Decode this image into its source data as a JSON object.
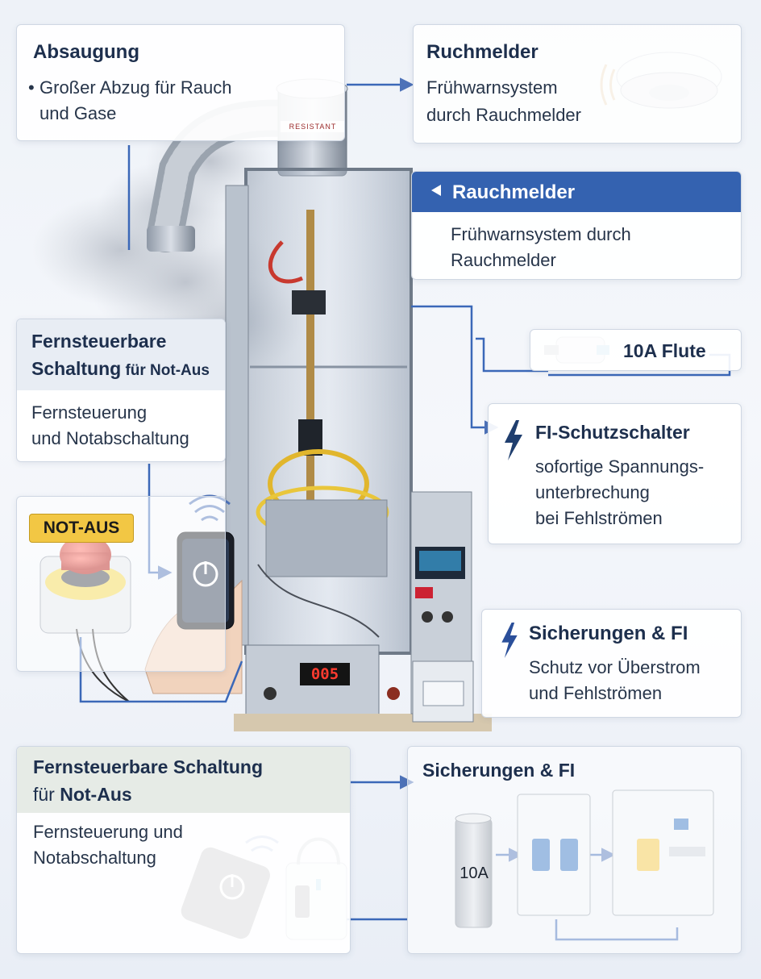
{
  "absaugung": {
    "title": "Absaugung",
    "bullet": "•",
    "line1": "Großer Abzug für Rauch",
    "line2": "und Gase"
  },
  "ruchmelder_top": {
    "title": "Ruchmelder",
    "line1": "Frühwarnsystem",
    "line2": "durch Rauchmelder"
  },
  "rauchmelder_mid": {
    "title": "Rauchmelder",
    "line1": "Frühwarnsystem durch",
    "line2": "Rauchmelder"
  },
  "fernsteuer_left": {
    "title_line1": "Fernsteuerbare",
    "title_line2_bold": "Schaltung",
    "title_line2_rest": " für Not-Aus",
    "line1": "Fernsteuerung",
    "line2": "und Notabschaltung"
  },
  "not_aus": {
    "label": "NOT-AUS"
  },
  "flute": {
    "label": "10A Flute"
  },
  "fi_schutz": {
    "title": "FI-Schutzschalter",
    "line1": "sofortige Spannungs-",
    "line2": "unterbrechung",
    "line3": "bei Fehlströmen"
  },
  "sicherungen_mid": {
    "title": "Sicherungen & FI",
    "line1": "Schutz vor Überstrom",
    "line2": "und Fehlströmen"
  },
  "fernsteuer_bottom": {
    "title_line1": "Fernsteuerbare Schaltung",
    "title_line2_pre": "für ",
    "title_line2_bold": "Not-Aus",
    "line1": "Fernsteuerung und",
    "line2": "Notabschaltung"
  },
  "sicherungen_bottom": {
    "title": "Sicherungen & FI",
    "fuse_label": "10A"
  },
  "timer_display": "005",
  "hood_label": "RESISTANT",
  "colors": {
    "accent": "#2e5aa8",
    "header_bar": "#3462b0",
    "not_aus_label_bg": "#f2c744",
    "button_red": "#d3261e",
    "wire_blue": "#3b68b8",
    "lightning": "#2a4f9a"
  }
}
